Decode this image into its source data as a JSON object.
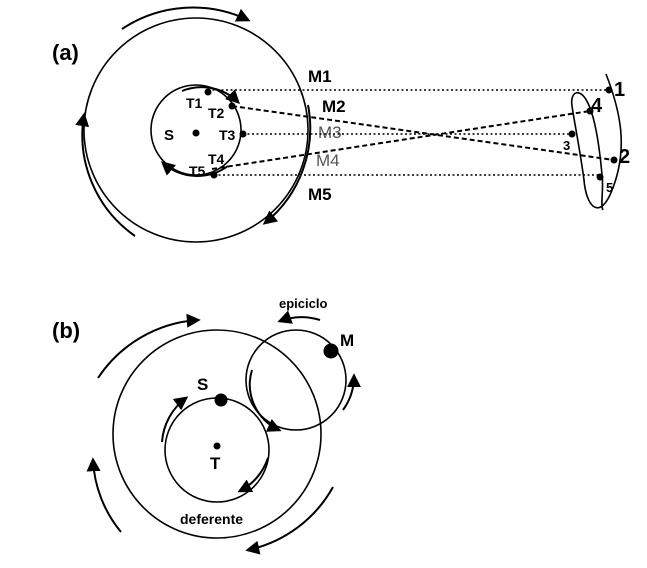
{
  "panel_a": {
    "label": "(a)",
    "sun_label": "S",
    "earth_positions": [
      "T1",
      "T2",
      "T3",
      "T4",
      "T5"
    ],
    "mars_positions": [
      "M1",
      "M2",
      "M3",
      "M4",
      "M5"
    ],
    "apparent_positions": [
      "1",
      "4",
      "3",
      "2",
      "5"
    ]
  },
  "panel_b": {
    "label": "(b)",
    "epicycle_label": "epiciclo",
    "mars_label": "M",
    "sun_label": "S",
    "earth_label": "T",
    "deferent_label": "deferente"
  },
  "colors": {
    "ink": "#000000",
    "muted_label": "#555555",
    "background": "#ffffff"
  }
}
